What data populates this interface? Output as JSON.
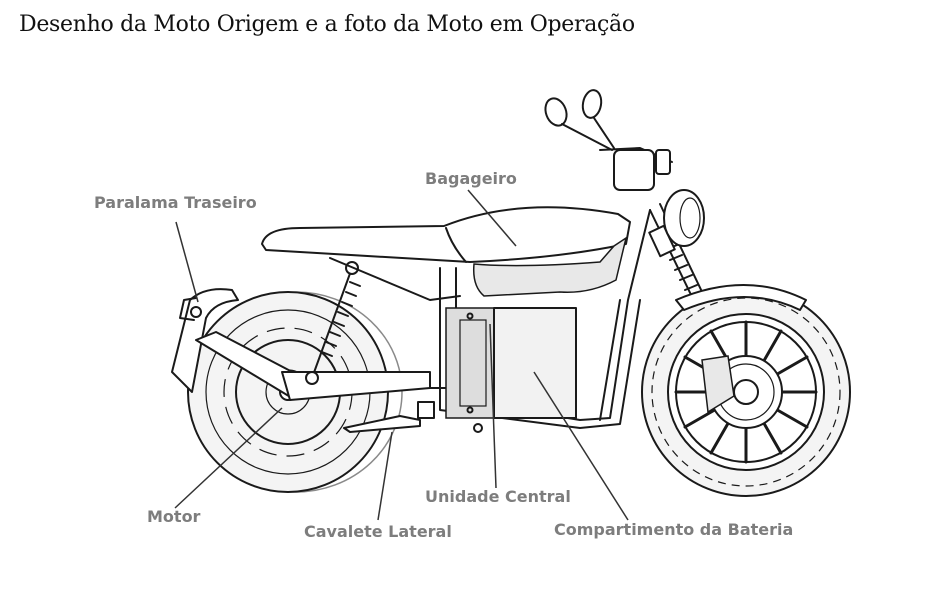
{
  "title": "Desenho da Moto Origem e a foto da Moto em Operação",
  "labels": {
    "paralama": "Paralama Traseiro",
    "bagageiro": "Bagageiro",
    "motor": "Motor",
    "cavalete": "Cavalete Lateral",
    "unidade": "Unidade Central",
    "bateria": "Compartimento da Bateria"
  },
  "icons": [
    "motorcycle-drawing"
  ]
}
